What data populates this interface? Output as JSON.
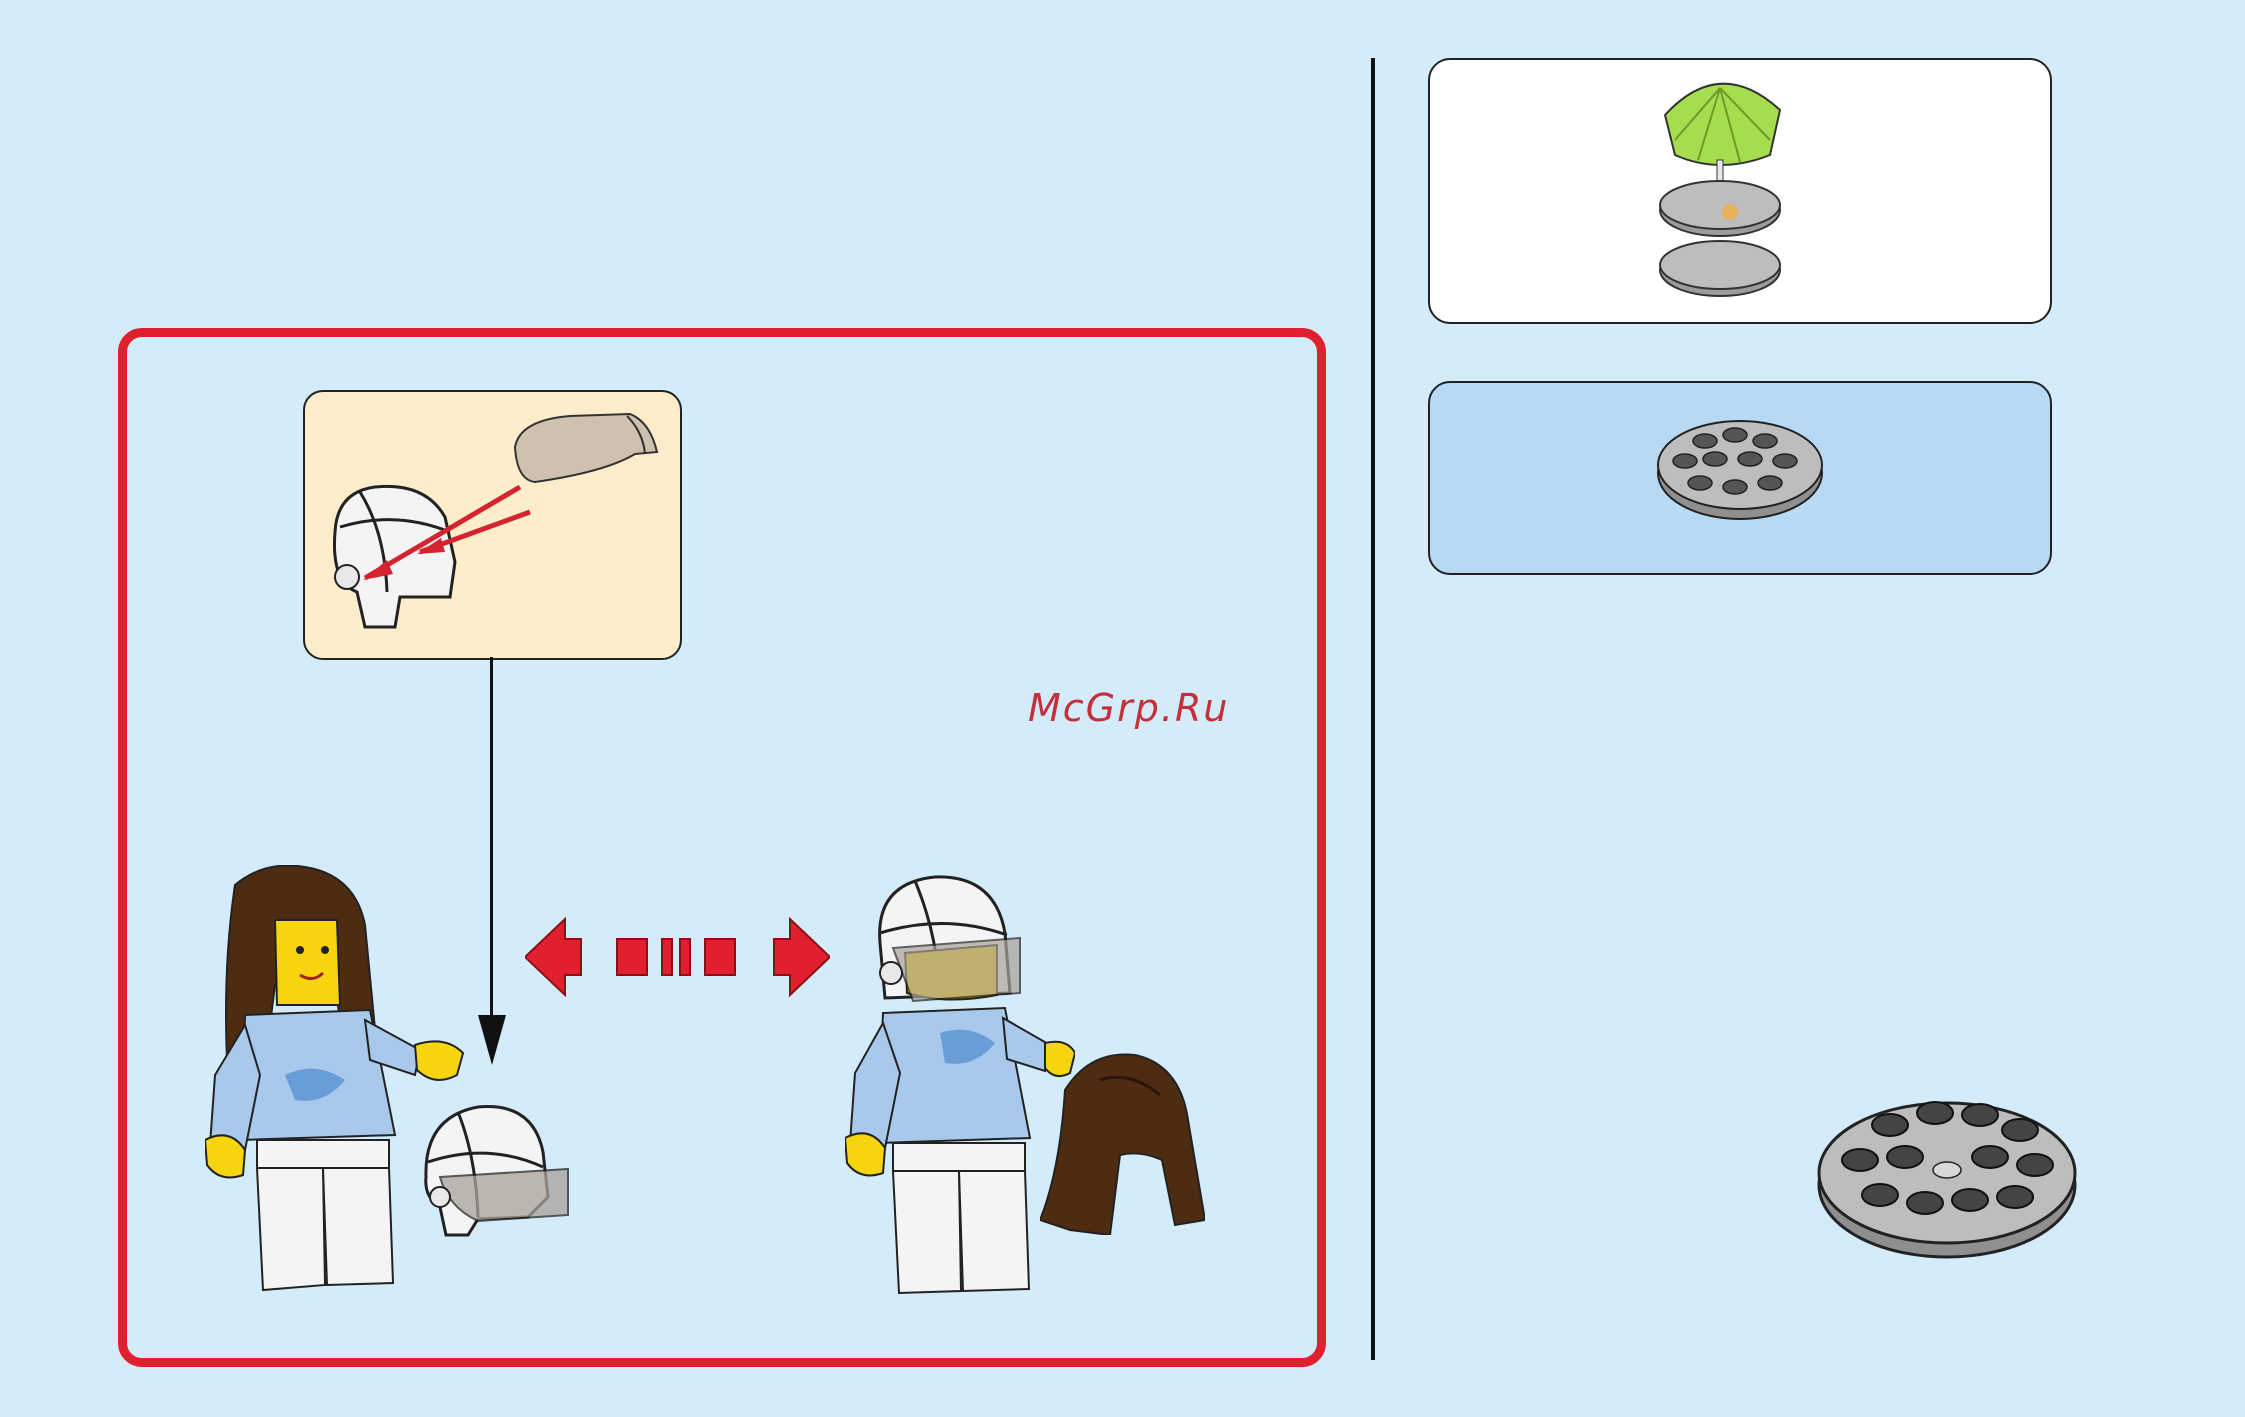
{
  "watermark": "McGrp.Ru",
  "colors": {
    "background": "#d4ebfa",
    "frame": "#e0202e",
    "callout": "#fdedcb",
    "preview_box": "#ffffff",
    "parts_box": "#b8d9f4",
    "watermark": "#c4303a"
  },
  "illustrations": {
    "callout": "helmet-visor-assembly",
    "figure_left": "minifigure-long-hair",
    "helmet_loose": "helmet-with-visor",
    "swap_arrow": "double-arrow-swap",
    "figure_right": "minifigure-with-helmet",
    "hair_piece": "brown-hair-piece",
    "model_preview": "umbrella-on-round-plates",
    "part_needed": "gray-round-plate",
    "build_step": "gray-round-plate"
  }
}
